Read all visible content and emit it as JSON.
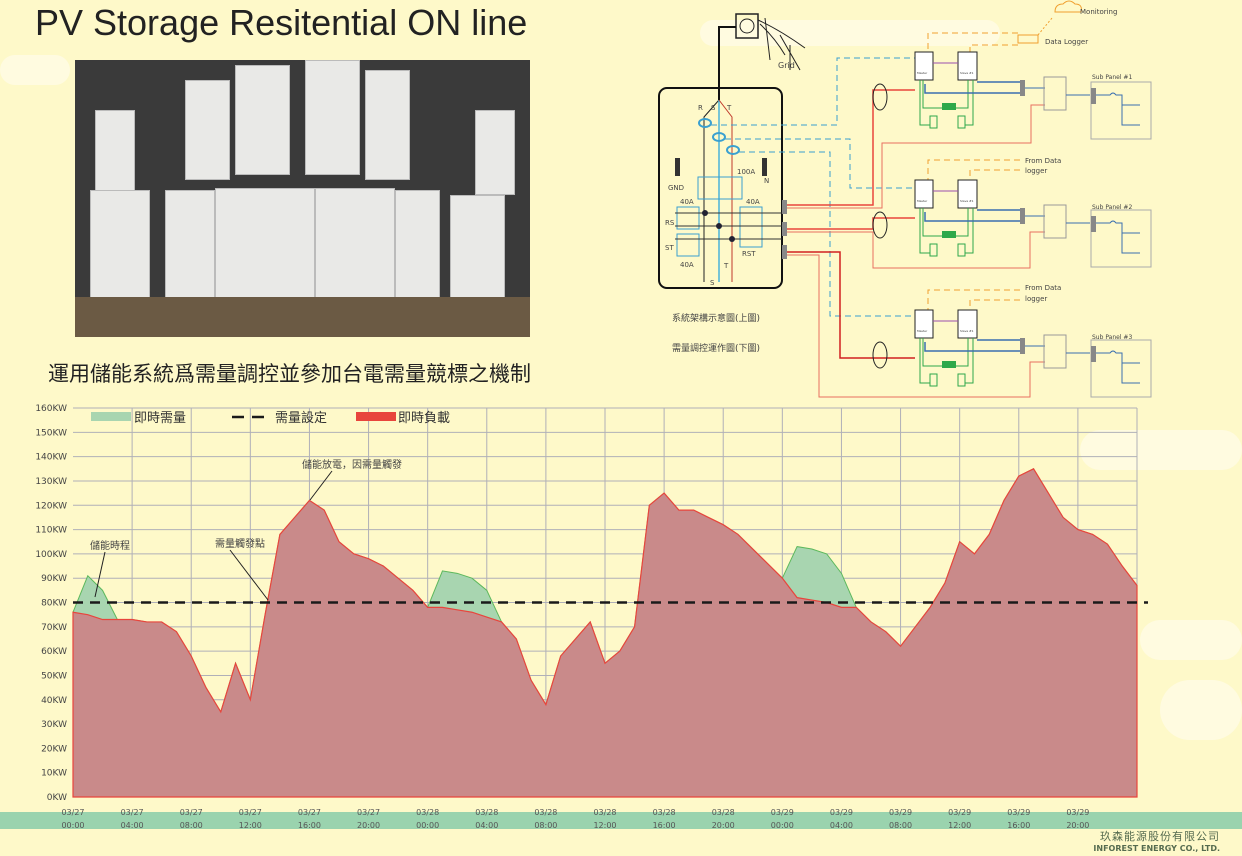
{
  "title": "PV Storage Resitential ON line",
  "subtitle": "運用儲能系統爲需量調控並參加台電需量競標之機制",
  "diagram": {
    "monitoring": "Monitoring",
    "data_logger": "Data Logger",
    "grid": "Grid",
    "phases": [
      "R",
      "S",
      "T"
    ],
    "gnd": "GND",
    "main_breaker": "100A",
    "neutral": "N",
    "breaker_40a": "40A",
    "rs": "RS",
    "st": "ST",
    "rst": "RST",
    "t_label": "T",
    "s_label": "S",
    "from_data": "From Data",
    "logger": "logger",
    "master": "Master",
    "slave": "Slave #1",
    "sub_panels": [
      "Sub Panel  #1",
      "Sub Panel  #2",
      "Sub Panel  #3"
    ],
    "caption_top": "系統架構示意圖(上圖)",
    "caption_bottom": "需量調控運作圖(下圖)"
  },
  "colors": {
    "load": "#e8453c",
    "load_fill": "#c98a8a",
    "demand": "#5cb85c",
    "demand_fill": "#a8d5b0",
    "setpoint": "#1a1a1a",
    "grid": "#b0b0b8"
  },
  "chart_data": {
    "type": "area",
    "title": "",
    "ylabel": "",
    "ylim": [
      0,
      160
    ],
    "yticks": [
      "0KW",
      "10KW",
      "20KW",
      "30KW",
      "40KW",
      "50KW",
      "60KW",
      "70KW",
      "80KW",
      "90KW",
      "100KW",
      "110KW",
      "120KW",
      "130KW",
      "140KW",
      "150KW",
      "160KW"
    ],
    "x_hours_range": [
      0,
      72
    ],
    "x_labels": [
      {
        "date": "03/27",
        "time": "00:00"
      },
      {
        "date": "03/27",
        "time": "04:00"
      },
      {
        "date": "03/27",
        "time": "08:00"
      },
      {
        "date": "03/27",
        "time": "12:00"
      },
      {
        "date": "03/27",
        "time": "16:00"
      },
      {
        "date": "03/27",
        "time": "20:00"
      },
      {
        "date": "03/28",
        "time": "00:00"
      },
      {
        "date": "03/28",
        "time": "04:00"
      },
      {
        "date": "03/28",
        "time": "08:00"
      },
      {
        "date": "03/28",
        "time": "12:00"
      },
      {
        "date": "03/28",
        "time": "16:00"
      },
      {
        "date": "03/28",
        "time": "20:00"
      },
      {
        "date": "03/29",
        "time": "00:00"
      },
      {
        "date": "03/29",
        "time": "04:00"
      },
      {
        "date": "03/29",
        "time": "08:00"
      },
      {
        "date": "03/29",
        "time": "12:00"
      },
      {
        "date": "03/29",
        "time": "16:00"
      },
      {
        "date": "03/29",
        "time": "20:00"
      }
    ],
    "legend": {
      "demand": "即時需量",
      "setpoint": "需量設定",
      "load": "即時負載",
      "placement": "top"
    },
    "setpoint_kw": 80,
    "series": [
      {
        "name": "即時負載",
        "values": [
          76,
          75,
          73,
          73,
          73,
          72,
          72,
          68,
          58,
          45,
          35,
          55,
          40,
          75,
          108,
          115,
          122,
          118,
          105,
          100,
          98,
          95,
          90,
          85,
          78,
          78,
          77,
          76,
          74,
          72,
          65,
          48,
          38,
          58,
          65,
          72,
          55,
          60,
          70,
          120,
          125,
          118,
          118,
          115,
          112,
          108,
          102,
          96,
          90,
          82,
          81,
          80,
          78,
          78,
          72,
          68,
          62,
          70,
          78,
          88,
          105,
          100,
          108,
          122,
          132,
          135,
          125,
          115,
          110,
          108,
          104,
          95,
          87
        ]
      },
      {
        "name": "即時需量",
        "values": [
          76,
          91,
          85,
          73,
          73,
          72,
          72,
          68,
          58,
          45,
          35,
          55,
          40,
          75,
          108,
          115,
          122,
          118,
          105,
          100,
          98,
          95,
          90,
          85,
          78,
          93,
          92,
          90,
          85,
          72,
          65,
          48,
          38,
          58,
          65,
          72,
          55,
          60,
          70,
          120,
          125,
          118,
          118,
          115,
          112,
          108,
          102,
          96,
          90,
          103,
          102,
          100,
          92,
          78,
          72,
          68,
          62,
          70,
          78,
          88,
          105,
          100,
          108,
          122,
          132,
          135,
          125,
          115,
          110,
          108,
          104,
          95,
          87
        ]
      }
    ],
    "annotations": [
      "儲能時程",
      "需量觸發點",
      "儲能放電，因需量觸發"
    ]
  },
  "company": {
    "zh": "玖森能源股份有限公司",
    "en": "INFOREST ENERGY CO., LTD."
  }
}
